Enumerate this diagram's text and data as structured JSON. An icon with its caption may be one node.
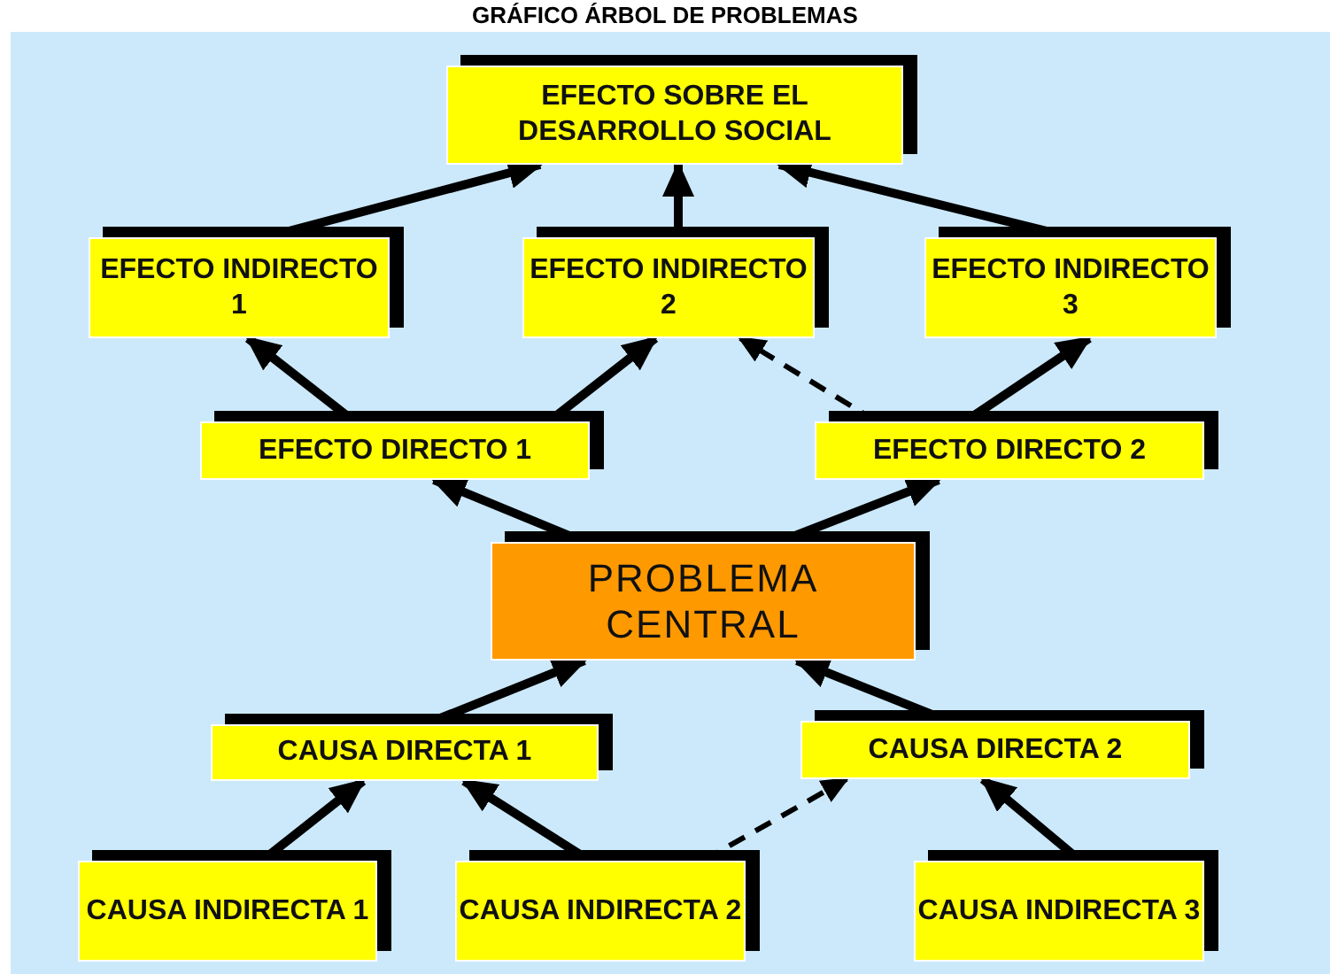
{
  "diagram": {
    "title": "GRÁFICO ÁRBOL DE PROBLEMAS",
    "nodes": [
      {
        "text": [
          "EFECTO SOBRE EL DESARROLLO SOCIAL"
        ]
      },
      {
        "text": [
          "EFECTO INDIRECTO 1"
        ]
      },
      {
        "text": [
          "EFECTO INDIRECTO 2"
        ]
      },
      {
        "text": [
          "EFECTO INDIRECTO 3"
        ]
      },
      {
        "text": [
          "EFECTO DIRECTO 1"
        ]
      },
      {
        "text": [
          "EFECTO DIRECTO 2"
        ]
      },
      {
        "text": [
          "PROBLEMA CENTRAL"
        ]
      },
      {
        "text": [
          "CAUSA DIRECTA 1"
        ]
      },
      {
        "text": [
          "CAUSA DIRECTA 2"
        ]
      },
      {
        "text": [
          "CAUSA INDIRECTA 1"
        ]
      },
      {
        "text": [
          "CAUSA INDIRECTA 2"
        ]
      },
      {
        "text": [
          "CAUSA INDIRECTA 3"
        ]
      }
    ],
    "edges": [
      {
        "from": 1,
        "to": 0,
        "arrow": "to"
      },
      {
        "from": 2,
        "to": 0,
        "arrow": "to"
      },
      {
        "from": 3,
        "to": 0,
        "arrow": "to"
      },
      {
        "from": 4,
        "to": 1,
        "arrow": "to"
      },
      {
        "from": 4,
        "to": 2,
        "arrow": "to"
      },
      {
        "from": 5,
        "to": 2,
        "arrow": "to",
        "style": "dashed"
      },
      {
        "from": 5,
        "to": 3,
        "arrow": "to"
      },
      {
        "from": 6,
        "to": 4,
        "arrow": "to"
      },
      {
        "from": 6,
        "to": 5,
        "arrow": "to"
      },
      {
        "from": 7,
        "to": 6,
        "arrow": "to"
      },
      {
        "from": 8,
        "to": 6,
        "arrow": "to"
      },
      {
        "from": 9,
        "to": 7,
        "arrow": "to"
      },
      {
        "from": 10,
        "to": 7,
        "arrow": "to"
      },
      {
        "from": 10,
        "to": 8,
        "arrow": "to",
        "style": "dashed"
      },
      {
        "from": 11,
        "to": 8,
        "arrow": "to"
      }
    ]
  }
}
